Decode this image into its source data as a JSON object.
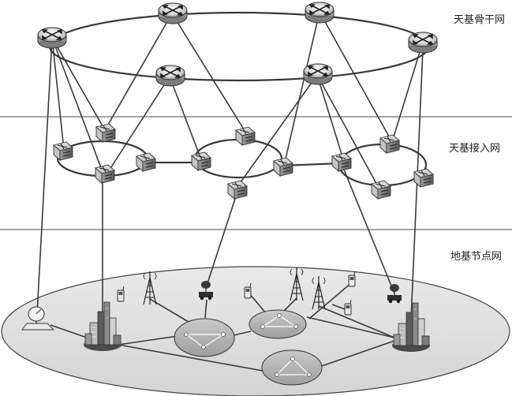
{
  "layers": {
    "backbone_label": "天基骨干网",
    "access_label": "天基接入网",
    "ground_label": "地基节点网"
  }
}
